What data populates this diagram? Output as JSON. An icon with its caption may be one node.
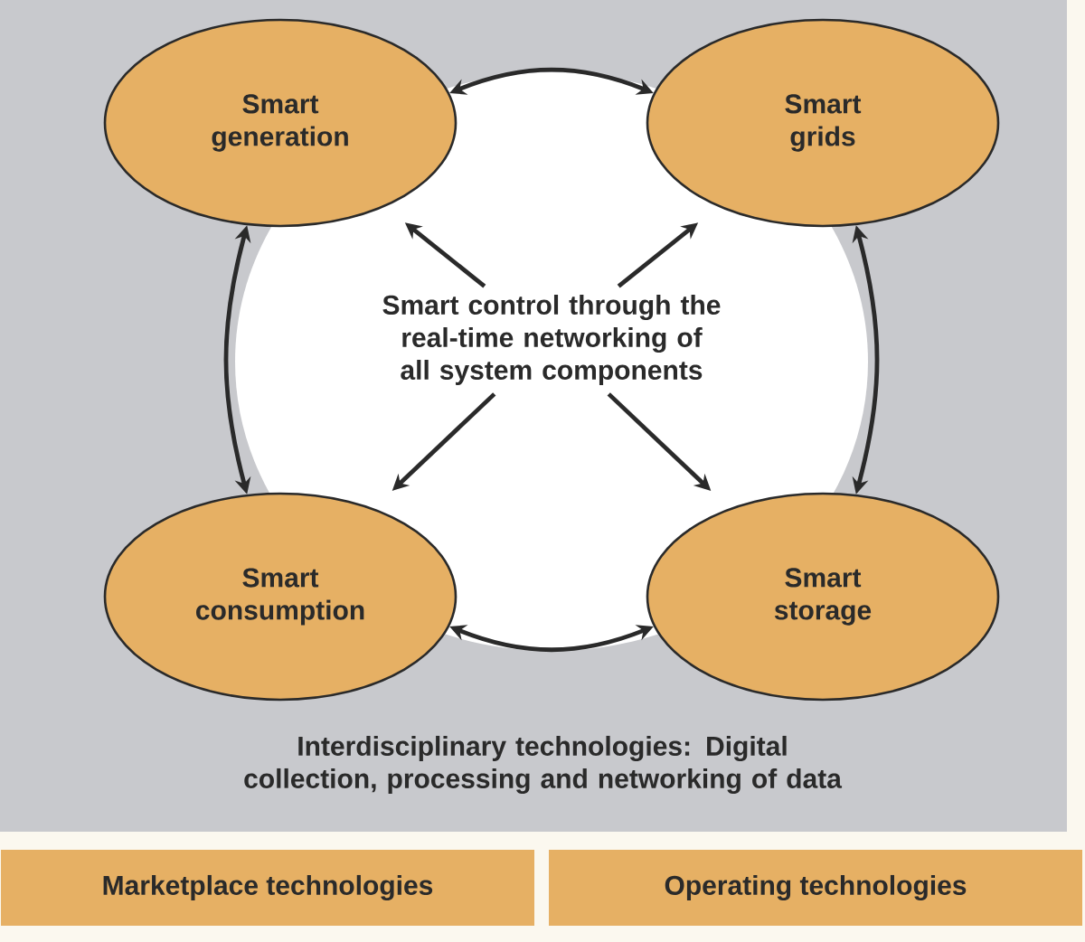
{
  "diagram": {
    "nodes": [
      {
        "text": [
          "Smart generation"
        ]
      },
      {
        "text": [
          "Smart grids"
        ]
      },
      {
        "text": [
          "Smart control through the real-time networking of all system components"
        ]
      },
      {
        "text": [
          "Smart consumption"
        ]
      },
      {
        "text": [
          "Smart storage"
        ]
      },
      {
        "text": [
          "Marketplace technologies"
        ]
      },
      {
        "text": [
          "Operating technologies"
        ]
      }
    ],
    "edges": [
      {
        "from": 0,
        "to": 1,
        "arrow": "both"
      },
      {
        "from": 0,
        "to": 3,
        "arrow": "both"
      },
      {
        "from": 1,
        "to": 4,
        "arrow": "both"
      },
      {
        "from": 3,
        "to": 4,
        "arrow": "both"
      },
      {
        "from": 2,
        "to": 0,
        "arrow": "to"
      },
      {
        "from": 2,
        "to": 1,
        "arrow": "to"
      },
      {
        "from": 2,
        "to": 3,
        "arrow": "to"
      },
      {
        "from": 2,
        "to": 4,
        "arrow": "to"
      }
    ],
    "labels": [
      "Interdisciplinary technologies: Digital collection, processing and networking of data"
    ]
  }
}
